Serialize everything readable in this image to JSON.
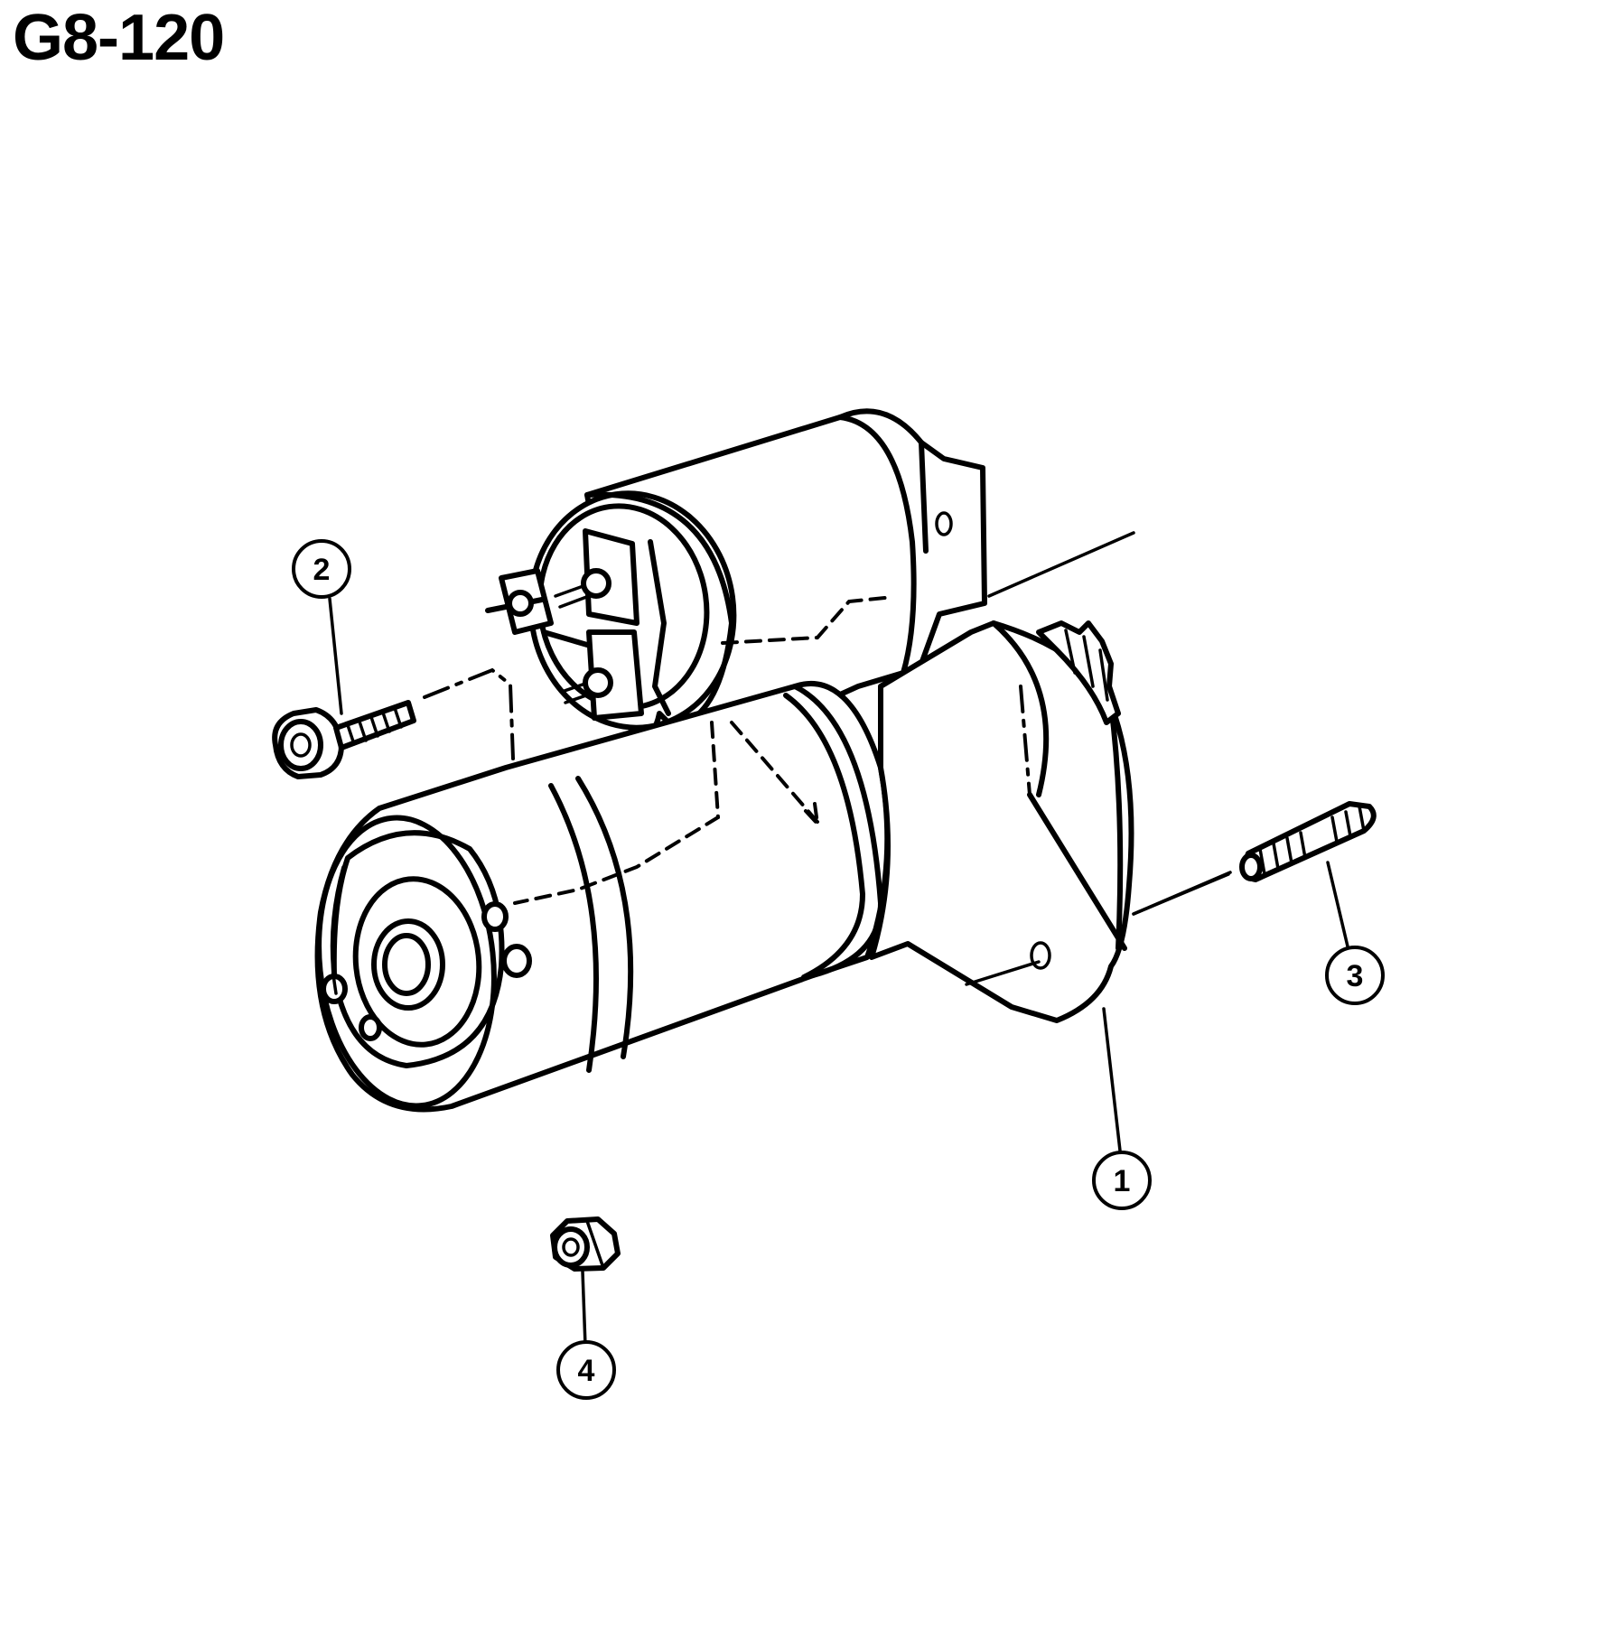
{
  "figure_code": "G8-120",
  "callouts": [
    {
      "id": "1",
      "label": "1"
    },
    {
      "id": "2",
      "label": "2"
    },
    {
      "id": "3",
      "label": "3"
    },
    {
      "id": "4",
      "label": "4"
    }
  ]
}
